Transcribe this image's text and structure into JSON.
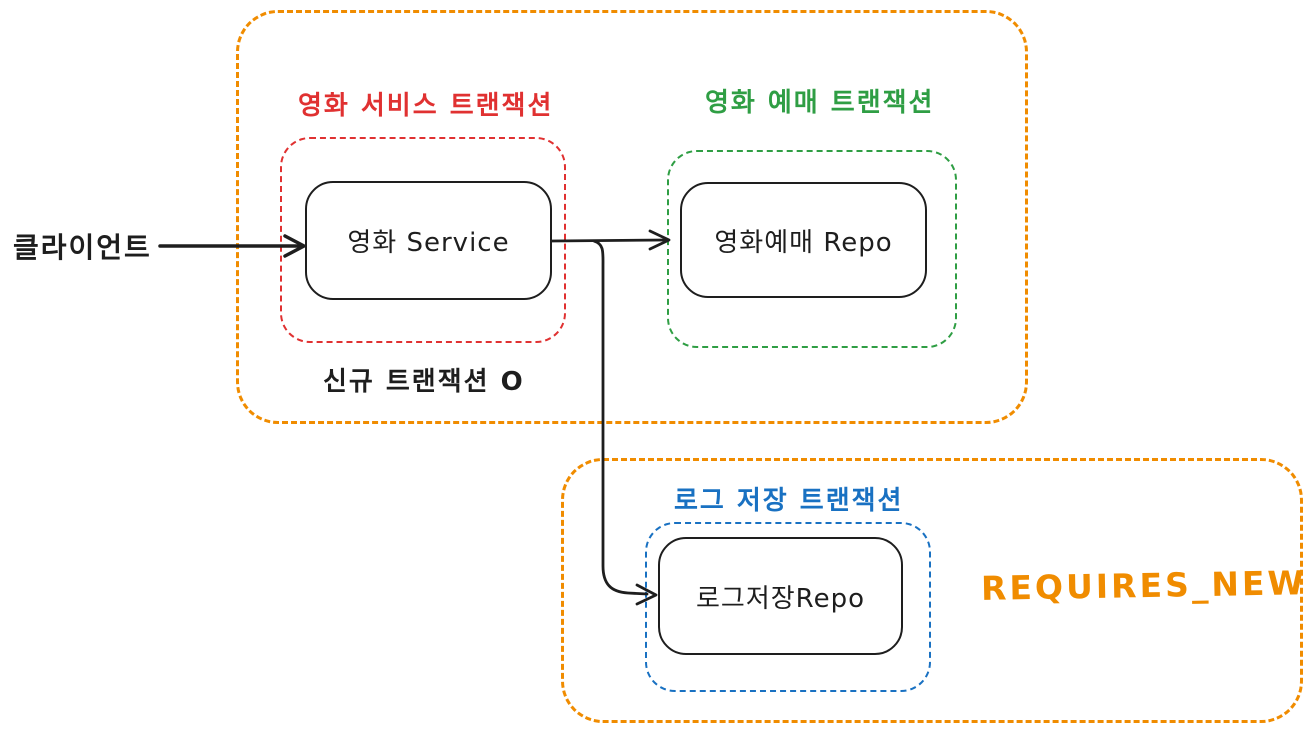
{
  "diagram": {
    "client_label": "클라이언트",
    "movie_service_tx": {
      "label": "영화 서비스 트랜잭션",
      "node": "영화 Service",
      "note": "신규 트랜잭션 O"
    },
    "movie_booking_tx": {
      "label": "영화 예매 트랜잭션",
      "node": "영화예매 Repo"
    },
    "log_tx": {
      "label": "로그 저장 트랜잭션",
      "node": "로그저장Repo"
    },
    "propagation_label": "REQUIRES_NEW",
    "colors": {
      "outer_boundary": "#f08c00",
      "service_tx": "#e03131",
      "booking_tx": "#2f9e44",
      "log_tx": "#1971c2",
      "ink": "#1e1e1e"
    }
  }
}
